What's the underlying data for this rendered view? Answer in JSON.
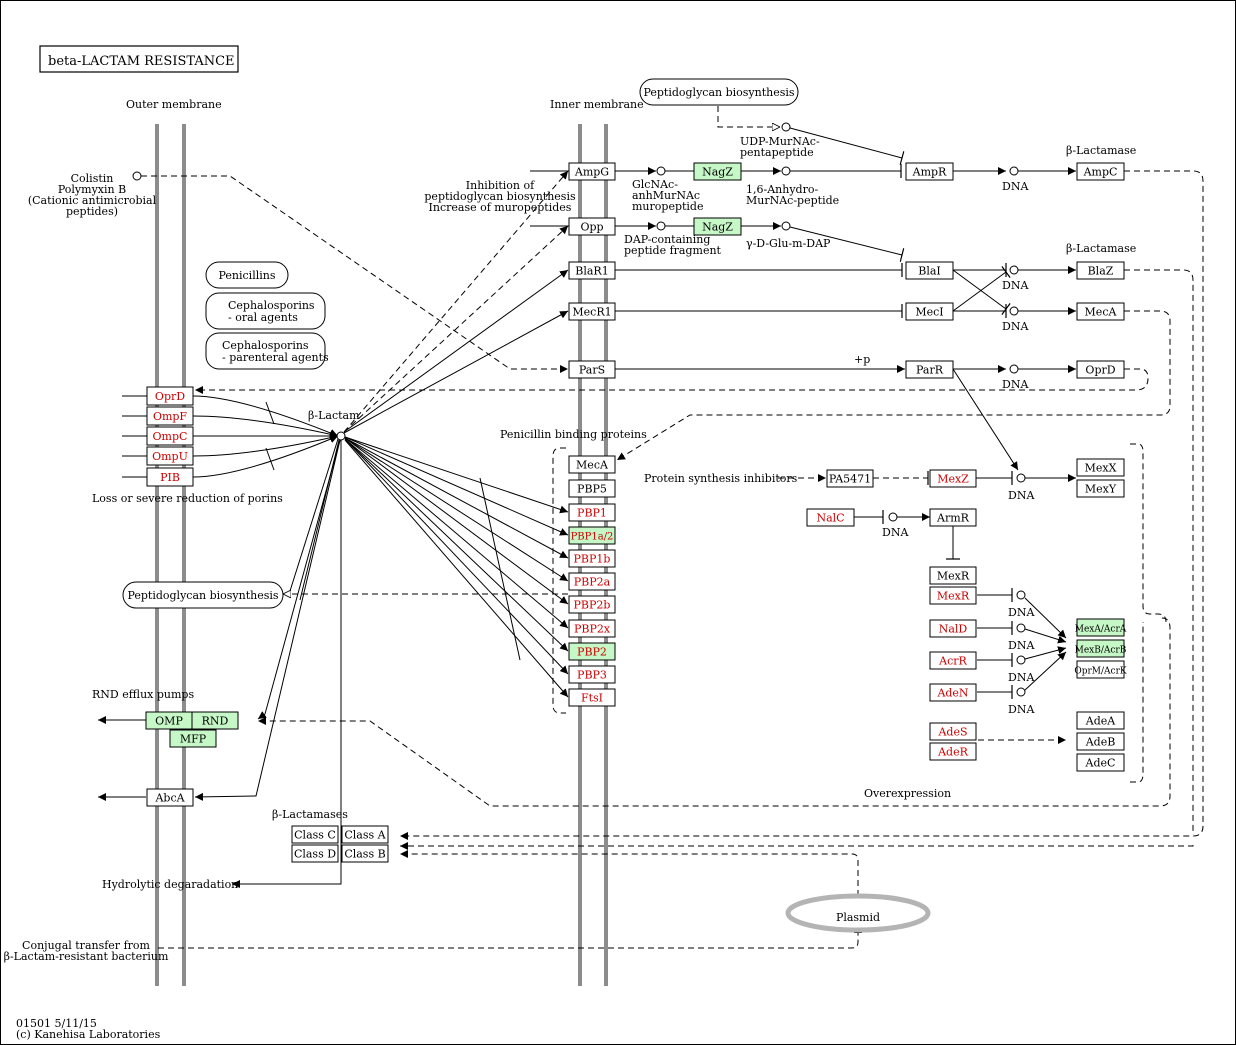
{
  "title": "beta-LACTAM  RESISTANCE",
  "colors": {
    "green": "#c6f7c6",
    "red_text": "#cc0000",
    "membrane": "#8c8c8c"
  },
  "labels": {
    "outer_membrane": "Outer membrane",
    "inner_membrane": "Inner membrane",
    "colistin": [
      "Colistin",
      "Polymyxin B",
      "(Cationic antimicrobial",
      "peptides)"
    ],
    "beta_lactam": "β-Lactam",
    "loss_porins": "Loss or severe reduction of porins",
    "rnd_efflux": "RND efflux pumps",
    "beta_lactamases": "β-Lactamases",
    "hydrolytic": "Hydrolytic degaradation",
    "conjugal": [
      "Conjugal transfer from",
      "β-Lactam-resistant bacterium"
    ],
    "inhibition": [
      "Inhibition of",
      "peptidoglycan biosynthesis",
      "Increase of muropeptides"
    ],
    "penicillin_binding": "Penicillin binding proteins",
    "protein_synthesis": "Protein synthesis inhibitors",
    "overexpression": "Overexpression",
    "udp_murnac": [
      "UDP-MurNAc-",
      "pentapeptide"
    ],
    "glcnac": [
      "GlcNAc-",
      "anhMurNAc",
      "muropeptide"
    ],
    "anhydro": [
      "1,6-Anhydro-",
      "MurNAc-peptide"
    ],
    "dap": [
      "DAP-containing",
      "peptide fragment"
    ],
    "gdglu": "γ-D-Glu-m-DAP",
    "bla_top": "β-Lactamase",
    "bla_mid": "β-Lactamase",
    "plus_p": "+p",
    "dna": "DNA",
    "footer": [
      "01501 5/11/15",
      "(c) Kanehisa Laboratories"
    ]
  },
  "pills": {
    "pg_top": "Peptidoglycan biosynthesis",
    "pg_left": "Peptidoglycan biosynthesis",
    "penicillins": "Penicillins",
    "ceph_oral": [
      "Cephalosporins",
      " - oral agents"
    ],
    "ceph_paren": [
      "Cephalosporins",
      " - parenteral agents"
    ],
    "plasmid": "Plasmid"
  },
  "genes": {
    "porins": [
      "OprD",
      "OmpF",
      "OmpC",
      "OmpU",
      "PIB"
    ],
    "receptors": [
      "AmpG",
      "Opp",
      "BlaR1",
      "MecR1",
      "ParS"
    ],
    "pbps": [
      "MecA",
      "PBP5",
      "PBP1",
      "PBP1a/2",
      "PBP1b",
      "PBP2a",
      "PBP2b",
      "PBP2x",
      "PBP2",
      "PBP3",
      "FtsI"
    ],
    "nagz": "NagZ",
    "regulators": [
      "AmpR",
      "BlaI",
      "MecI",
      "ParR"
    ],
    "products": [
      "AmpC",
      "BlaZ",
      "MecA",
      "OprD"
    ],
    "mex_right": [
      "MexX",
      "MexY"
    ],
    "pa5471": "PA5471",
    "mexz": "MexZ",
    "nalc": "NalC",
    "armr": "ArmR",
    "mexr_black": "MexR",
    "reg_left": [
      "MexR",
      "NalD",
      "AcrR",
      "AdeN"
    ],
    "ades": [
      "AdeS",
      "AdeR"
    ],
    "efflux_out": [
      "MexA/AcrA",
      "MexB/AcrB",
      "OprM/AcrK"
    ],
    "ade_out": [
      "AdeA",
      "AdeB",
      "AdeC"
    ],
    "rnd": [
      "OMP",
      "RND",
      "MFP"
    ],
    "abca": "AbcA",
    "classes": [
      "Class C",
      "Class A",
      "Class D",
      "Class B"
    ]
  }
}
